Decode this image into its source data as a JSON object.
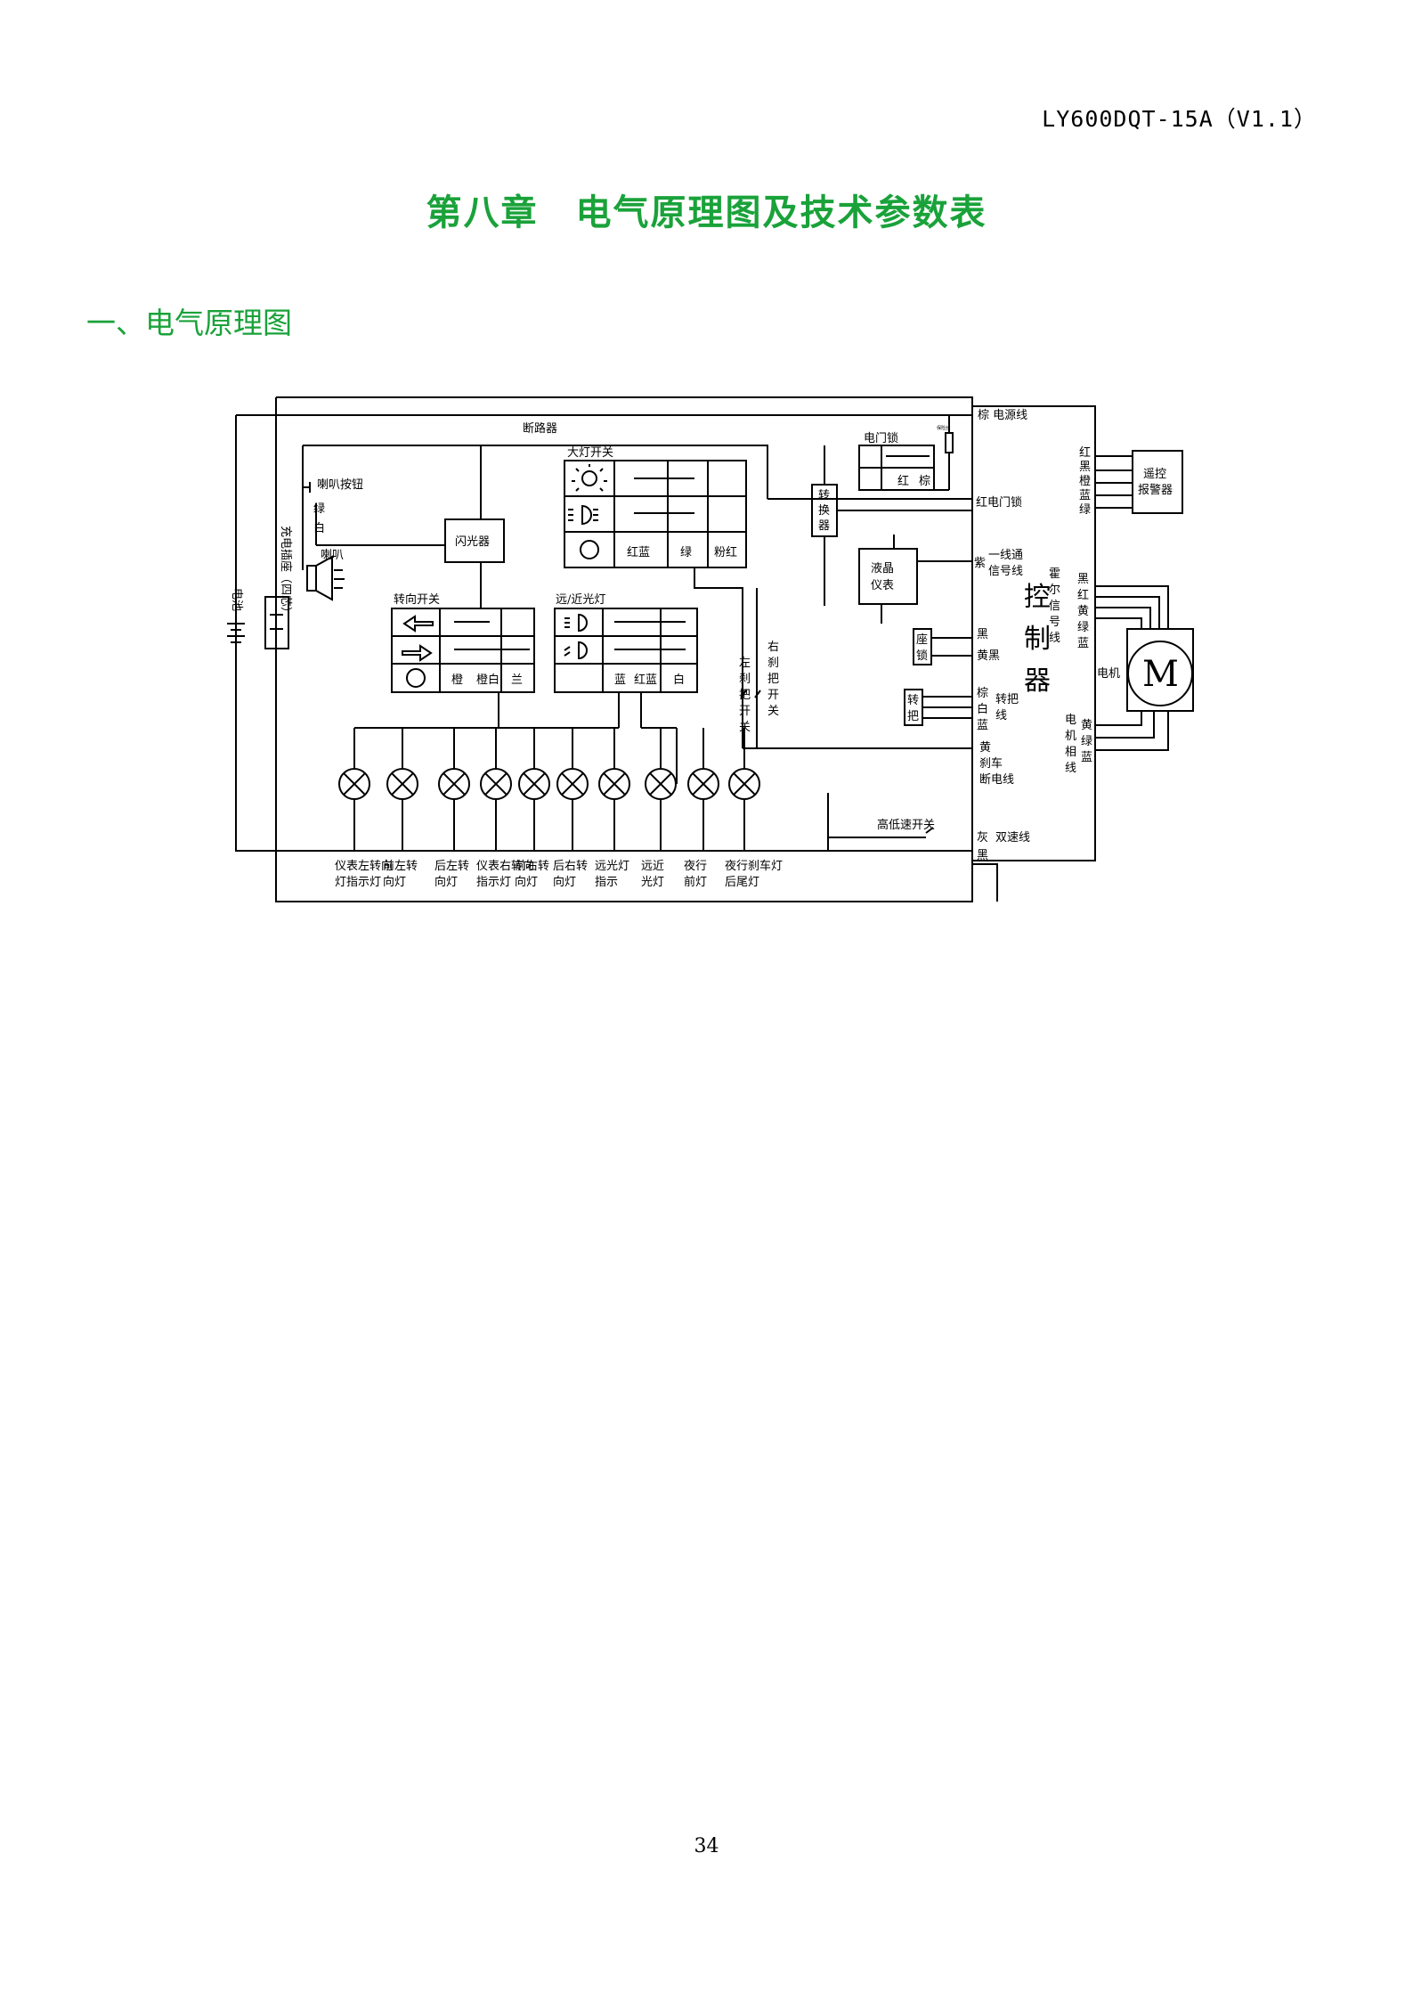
{
  "header": {
    "doc_code": "LY600DQT-15A（V1.1）"
  },
  "chapter_title": "第八章　电气原理图及技术参数表",
  "section_heading": "一、电气原理图",
  "page_number": "34",
  "colors": {
    "title_green": "#1aa23a",
    "line": "#000000"
  },
  "diagram": {
    "breaker": "断路器",
    "horn_button": "喇叭按钮",
    "wire_green": "绿",
    "wire_white": "白",
    "horn": "喇叭",
    "charge_port": "充电插座（四芯）",
    "battery": "电池",
    "flasher": "闪光器",
    "headlight_switch": "大灯开关",
    "headlight_wires": [
      "红蓝",
      "绿",
      "粉红"
    ],
    "turn_switch": "转向开关",
    "turn_wires": [
      "橙",
      "橙白",
      "兰"
    ],
    "beam_switch": "远/近光灯",
    "beam_wires": [
      "蓝",
      "红蓝",
      "白"
    ],
    "left_brake": [
      "左",
      "刹",
      "把",
      "开",
      "关"
    ],
    "right_brake": [
      "右",
      "刹",
      "把",
      "开",
      "关"
    ],
    "door_lock": "电门锁",
    "door_lock_wires": [
      "红",
      "棕"
    ],
    "fuse_label": "保险丝",
    "converter": [
      "转",
      "换",
      "器"
    ],
    "lcd_meter": [
      "液晶",
      "仪表"
    ],
    "seat_lock": [
      "座",
      "锁"
    ],
    "throttle": [
      "转",
      "把"
    ],
    "controller": [
      "控",
      "制",
      "器"
    ],
    "left_wires": {
      "power": "棕  电源线",
      "door_lock": "红电门锁",
      "comm_color": "紫",
      "comm": [
        "一线通",
        "信号线"
      ],
      "seat_black": "黑",
      "seat_yb": "黄黑",
      "throttle_colors": [
        "棕",
        "白",
        "蓝"
      ],
      "throttle_label": [
        "转把",
        "线"
      ],
      "brake_color": "黄",
      "brake_label": [
        "刹车",
        "断电线"
      ],
      "speed_colors": [
        "灰",
        "黑"
      ],
      "speed_label": "双速线"
    },
    "alarm_colors": [
      "红",
      "黑",
      "橙",
      "蓝",
      "绿"
    ],
    "alarm": [
      "遥控",
      "报警器"
    ],
    "hall_colors": [
      "黑",
      "红",
      "黄",
      "绿",
      "蓝"
    ],
    "hall_label": [
      "霍",
      "尔",
      "信",
      "号",
      "线"
    ],
    "motor_label": "电机",
    "motor_symbol": "M",
    "phase_label": [
      "电",
      "机",
      "相",
      "线"
    ],
    "phase_colors": [
      "黄",
      "绿",
      "蓝"
    ],
    "speed_switch": "高低速开关",
    "lamps": [
      [
        "仪表左转向",
        "灯指示灯"
      ],
      [
        "前左转",
        "向灯"
      ],
      [
        "后左转",
        "向灯"
      ],
      [
        "仪表右转向",
        "指示灯"
      ],
      [
        "前右转",
        "向灯"
      ],
      [
        "后右转",
        "向灯"
      ],
      [
        "远光灯",
        "指示"
      ],
      [
        "远近",
        "光灯"
      ],
      [
        "夜行",
        "前灯"
      ],
      [
        "夜行刹车灯",
        "后尾灯"
      ]
    ]
  }
}
